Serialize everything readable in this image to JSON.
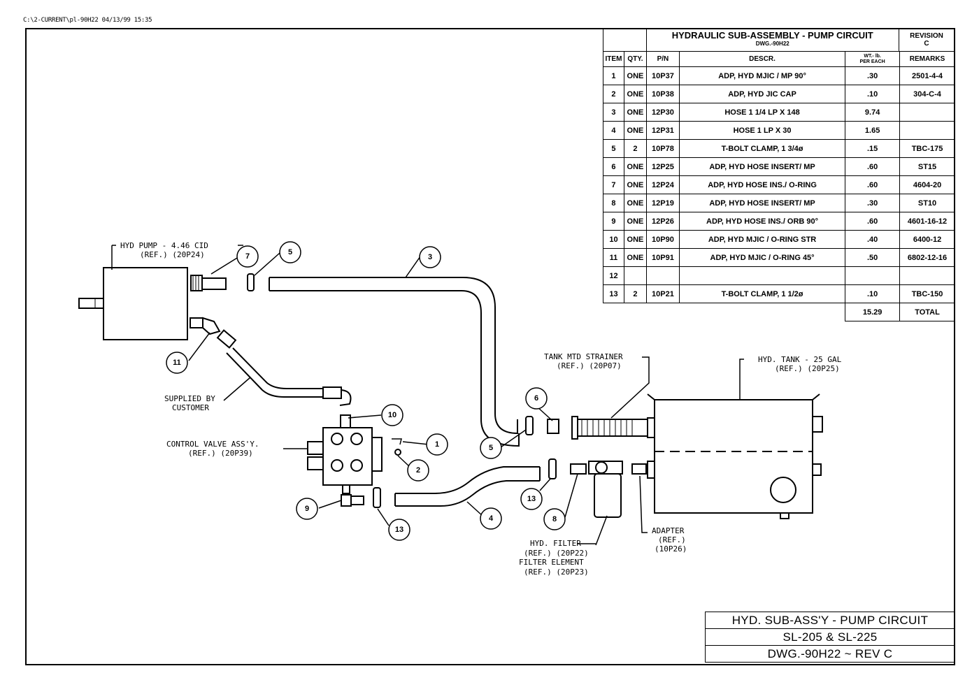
{
  "stamp": "C:\\2-CURRENT\\pl-90H22   04/13/99 15:35",
  "bom": {
    "title": "HYDRAULIC SUB-ASSEMBLY  -  PUMP  CIRCUIT",
    "dwg": "DWG.-90H22",
    "revision_label": "REVISION",
    "revision": "C",
    "headers": {
      "item": "ITEM",
      "qty": "QTY.",
      "pn": "P/N",
      "descr": "DESCR.",
      "wt": "WT.- lb.",
      "wt2": "PER EACH",
      "remarks": "REMARKS"
    },
    "rows": [
      {
        "item": "1",
        "qty": "ONE",
        "pn": "10P37",
        "descr": "ADP, HYD MJIC / MP 90°",
        "wt": ".30",
        "remarks": "2501-4-4"
      },
      {
        "item": "2",
        "qty": "ONE",
        "pn": "10P38",
        "descr": "ADP, HYD JIC CAP",
        "wt": ".10",
        "remarks": "304-C-4"
      },
      {
        "item": "3",
        "qty": "ONE",
        "pn": "12P30",
        "descr": "HOSE 1 1/4 LP X 148",
        "wt": "9.74",
        "remarks": ""
      },
      {
        "item": "4",
        "qty": "ONE",
        "pn": "12P31",
        "descr": "HOSE 1 LP X 30",
        "wt": "1.65",
        "remarks": ""
      },
      {
        "item": "5",
        "qty": "2",
        "pn": "10P78",
        "descr": "T-BOLT CLAMP, 1 3/4ø",
        "wt": ".15",
        "remarks": "TBC-175"
      },
      {
        "item": "6",
        "qty": "ONE",
        "pn": "12P25",
        "descr": "ADP, HYD HOSE INSERT/ MP",
        "wt": ".60",
        "remarks": "ST15"
      },
      {
        "item": "7",
        "qty": "ONE",
        "pn": "12P24",
        "descr": "ADP, HYD HOSE INS./ O-RING",
        "wt": ".60",
        "remarks": "4604-20"
      },
      {
        "item": "8",
        "qty": "ONE",
        "pn": "12P19",
        "descr": "ADP, HYD HOSE INSERT/ MP",
        "wt": ".30",
        "remarks": "ST10"
      },
      {
        "item": "9",
        "qty": "ONE",
        "pn": "12P26",
        "descr": "ADP, HYD HOSE INS./ ORB 90°",
        "wt": ".60",
        "remarks": "4601-16-12"
      },
      {
        "item": "10",
        "qty": "ONE",
        "pn": "10P90",
        "descr": "ADP, HYD MJIC / O-RING STR",
        "wt": ".40",
        "remarks": "6400-12"
      },
      {
        "item": "11",
        "qty": "ONE",
        "pn": "10P91",
        "descr": "ADP, HYD MJIC / O-RING 45°",
        "wt": ".50",
        "remarks": "6802-12-16"
      },
      {
        "item": "12",
        "qty": "",
        "pn": "",
        "descr": "",
        "wt": "",
        "remarks": ""
      },
      {
        "item": "13",
        "qty": "2",
        "pn": "10P21",
        "descr": "T-BOLT CLAMP, 1 1/2ø",
        "wt": ".10",
        "remarks": "TBC-150"
      }
    ],
    "total_weight": "15.29",
    "total_label": "TOTAL"
  },
  "labels": {
    "pump_1": "HYD PUMP - 4.46 CID",
    "pump_2": "(REF.) (20P24)",
    "customer_1": "SUPPLIED BY",
    "customer_2": "CUSTOMER",
    "valve_1": "CONTROL VALVE ASS'Y.",
    "valve_2": "(REF.) (20P39)",
    "strainer_1": "TANK MTD STRAINER",
    "strainer_2": "(REF.) (20P07)",
    "tank_1": "HYD. TANK - 25 GAL",
    "tank_2": "(REF.) (20P25)",
    "adapter_1": "ADAPTER",
    "adapter_2": "(REF.)",
    "adapter_3": "(10P26)",
    "filter_1": "HYD. FILTER",
    "filter_2": "(REF.) (20P22)",
    "filter_3": "FILTER ELEMENT",
    "filter_4": "(REF.) (20P23)"
  },
  "balloons": {
    "b7": "7",
    "b5a": "5",
    "b3": "3",
    "b11": "11",
    "b10": "10",
    "b1": "1",
    "b2": "2",
    "b9": "9",
    "b13a": "13",
    "b4": "4",
    "b13b": "13",
    "b8": "8",
    "b5b": "5",
    "b6": "6"
  },
  "title_block": {
    "line1": "HYD. SUB-ASS'Y - PUMP CIRCUIT",
    "line2": "SL-205 & SL-225",
    "line3": "DWG.-90H22 ~ REV C"
  }
}
